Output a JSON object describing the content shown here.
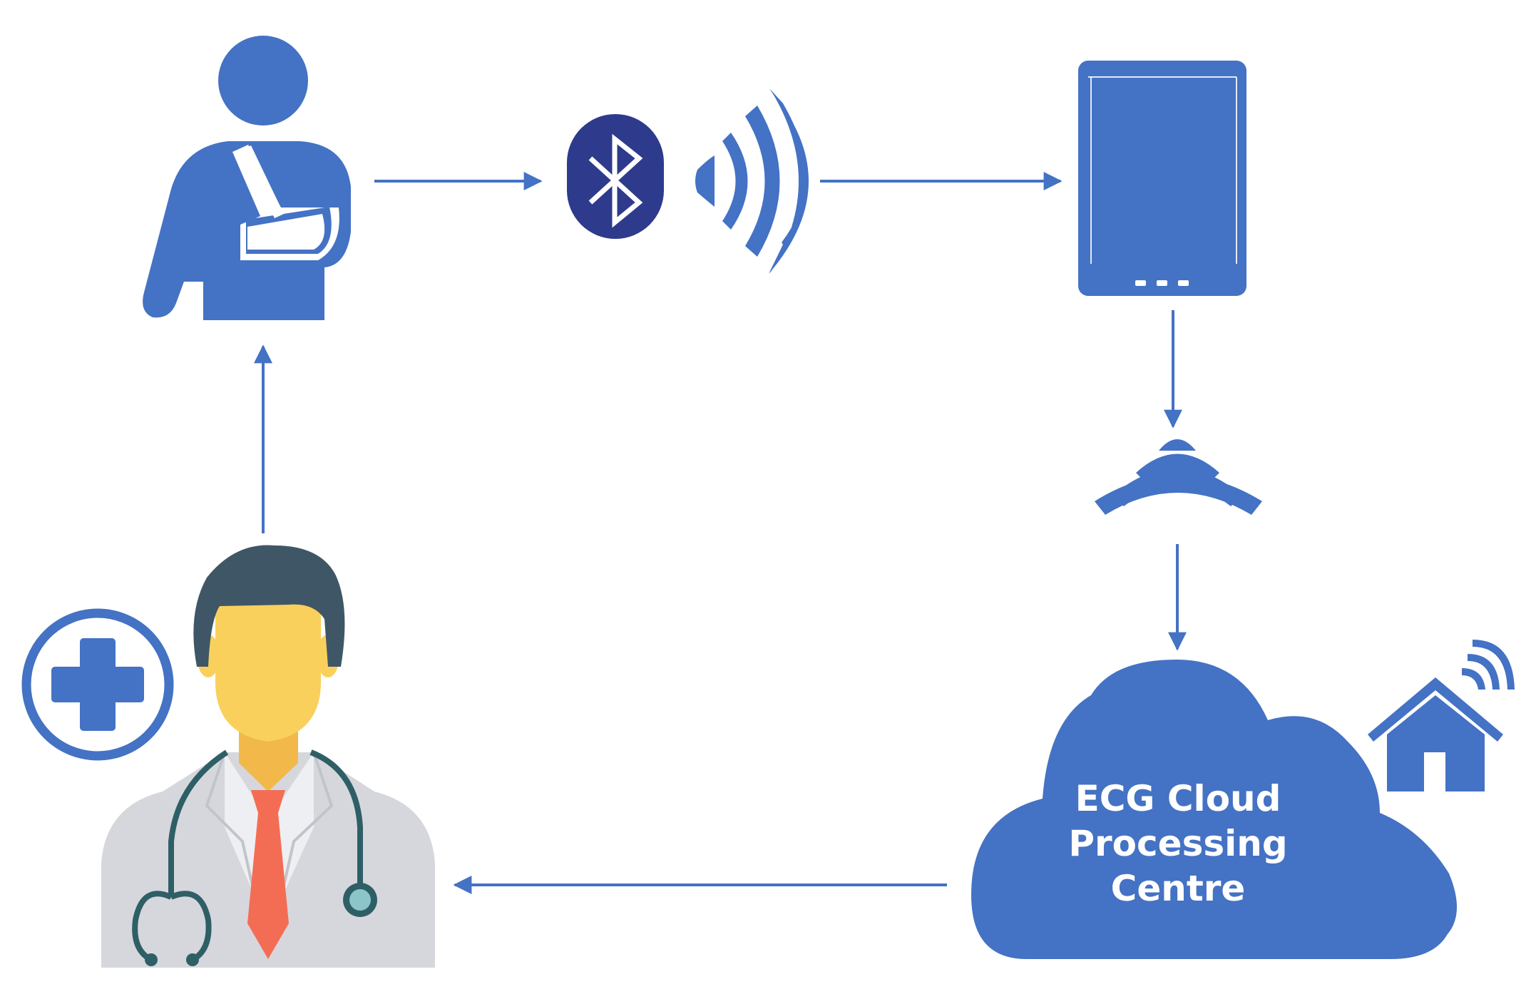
{
  "diagram": {
    "cloud": {
      "label_lines": [
        "ECG Cloud",
        "Processing",
        "Centre"
      ]
    }
  },
  "colors": {
    "primary": "#4472C4",
    "bluetooth_badge": "#2E3A8C",
    "doctor_hair": "#3F5666",
    "doctor_skin": "#FAD05C",
    "doctor_coat": "#D6D7DC",
    "doctor_shirt": "#EEEFF2",
    "doctor_tie": "#F36D55",
    "stethoscope": "#2F5F66",
    "stethoscope_chest": "#8BC5C9"
  },
  "icons": [
    "patient-with-arm-sling-icon",
    "bluetooth-icon",
    "wireless-signal-icon",
    "tablet-device-icon",
    "wifi-signal-icon",
    "cloud-icon",
    "smart-home-icon",
    "medical-cross-icon",
    "doctor-icon"
  ]
}
